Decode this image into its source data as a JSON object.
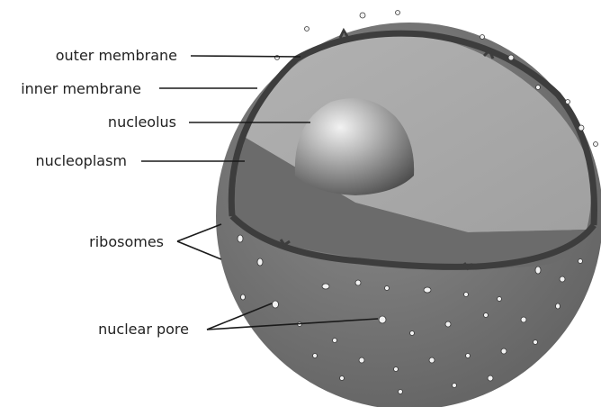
{
  "labels": {
    "outer_membrane": "outer membrane",
    "inner_membrane": "inner membrane",
    "nucleolus": "nucleolus",
    "nucleoplasm": "nucleoplasm",
    "ribosomes": "ribosomes",
    "nuclear_pore": "nuclear pore"
  },
  "colors": {
    "outer_surface": "#7d7d7d",
    "cut_face": "#a9a9a9",
    "lower_face": "#686868",
    "membrane": "#3d3d3d",
    "nucleolus_light": "#f2f2f2",
    "nucleolus_dark": "#4a4a4a",
    "line": "#1a1a1a",
    "text": "#222222"
  }
}
